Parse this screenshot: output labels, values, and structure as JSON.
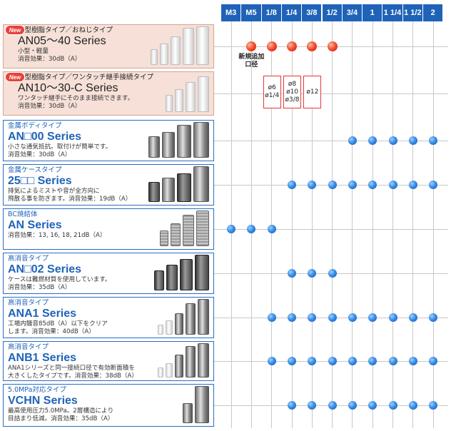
{
  "header": {
    "columns": [
      "M3",
      "M5",
      "1/8",
      "1/4",
      "3/8",
      "1/2",
      "3/4",
      "1",
      "1 1/4",
      "1 1/2",
      "2"
    ]
  },
  "new_badge": "New",
  "series": [
    {
      "style": "new",
      "category": "小型樹脂タイプ／おねじタイプ",
      "name": "AN05～40 Series",
      "desc": [
        "小型・軽量",
        "消音効果：30dB（A）"
      ],
      "dots": {
        "color": "red",
        "cols": [
          1,
          2,
          3,
          4,
          5
        ]
      },
      "note": "新規追加\n口径"
    },
    {
      "style": "new",
      "category": "小型樹脂タイプ／ワンタッチ継手接続タイプ",
      "name": "AN10～30-C Series",
      "desc": [
        "ワンタッチ継手にそのまま接続できます。",
        "消音効果：30dB（A）"
      ],
      "boxes": [
        {
          "col": 2,
          "lines": [
            "ø6",
            "ø1/4"
          ]
        },
        {
          "col": 3,
          "lines": [
            "ø8",
            "ø10",
            "ø3/8"
          ]
        },
        {
          "col": 4,
          "lines": [
            "ø12"
          ]
        }
      ]
    },
    {
      "style": "std",
      "category": "金属ボディタイプ",
      "name": "AN□00 Series",
      "desc": [
        "小さな通気抵抗。取付けが簡単です。",
        "消音効果：30dB（A）"
      ],
      "dots": {
        "color": "blue",
        "cols": [
          6,
          7,
          8,
          9,
          10
        ]
      }
    },
    {
      "style": "std",
      "category": "金属ケースタイプ",
      "name": "25□□ Series",
      "desc": [
        "排気によるミストや音が全方向に",
        "飛散る事を防ぎます。消音効果：19dB（A）"
      ],
      "dots": {
        "color": "blue",
        "cols": [
          3,
          4,
          5,
          6,
          7,
          8,
          9,
          10
        ]
      }
    },
    {
      "style": "std",
      "category": "BC焼結体",
      "name": "AN Series",
      "desc": [
        "消音効果：13, 16, 18, 21dB（A）"
      ],
      "dots": {
        "color": "blue",
        "cols": [
          0,
          1,
          2
        ]
      }
    },
    {
      "style": "std",
      "category": "高消音タイプ",
      "name": "AN□02 Series",
      "desc": [
        "ケースは難燃材質を使用しています。",
        "消音効果：35dB（A）"
      ],
      "dots": {
        "color": "blue",
        "cols": [
          3,
          4,
          5
        ]
      }
    },
    {
      "style": "std",
      "category": "高消音タイプ",
      "name": "ANA1 Series",
      "desc": [
        "工場内騒音85dB（A）以下をクリア",
        "します。消音効果：40dB（A）"
      ],
      "dots": {
        "color": "blue",
        "cols": [
          2,
          3,
          4,
          5,
          6,
          7,
          8,
          9,
          10
        ]
      }
    },
    {
      "style": "std",
      "category": "高消音タイプ",
      "name": "ANB1 Series",
      "desc": [
        "ANA1シリーズと同一接続口径で有効断面積を",
        "大きくしたタイプです。消音効果：38dB（A）"
      ],
      "dots": {
        "color": "blue",
        "cols": [
          2,
          3,
          4,
          5,
          6,
          7,
          8,
          9,
          10
        ]
      }
    },
    {
      "style": "std",
      "category": "5.0MPa対応タイプ",
      "name": "VCHN Series",
      "desc": [
        "最高使用圧力5.0MPa。2層構造により",
        "目詰まり低減。消音効果：35dB（A）"
      ],
      "dots": {
        "color": "blue",
        "cols": [
          3,
          4,
          5,
          6,
          7,
          8,
          9,
          10
        ]
      }
    }
  ]
}
